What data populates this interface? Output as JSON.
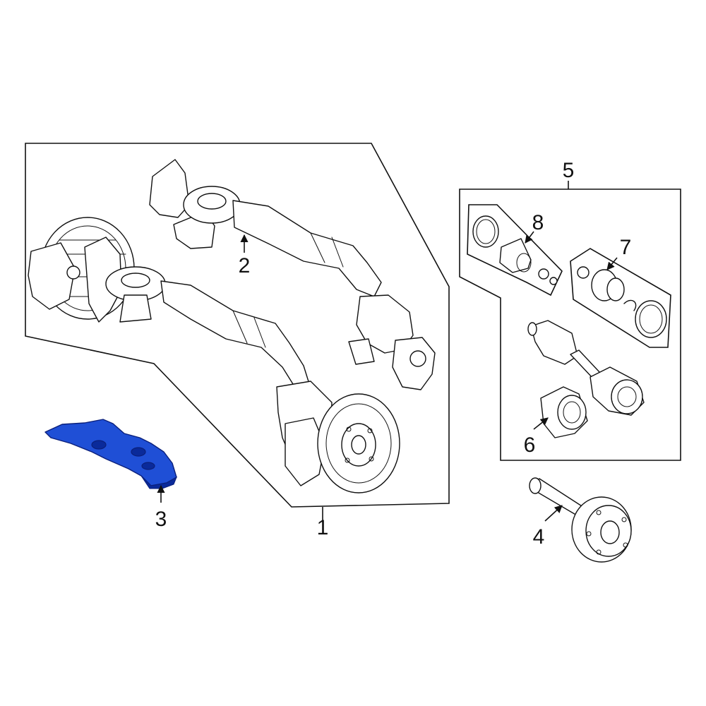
{
  "callouts": {
    "c1": "1",
    "c2": "2",
    "c3": "3",
    "c4": "4",
    "c5": "5",
    "c6": "6",
    "c7": "7",
    "c8": "8"
  },
  "colors": {
    "highlight": "#1f4fd6",
    "highlight_dark": "#0a2a9a",
    "line": "#111111",
    "background": "#ffffff"
  }
}
